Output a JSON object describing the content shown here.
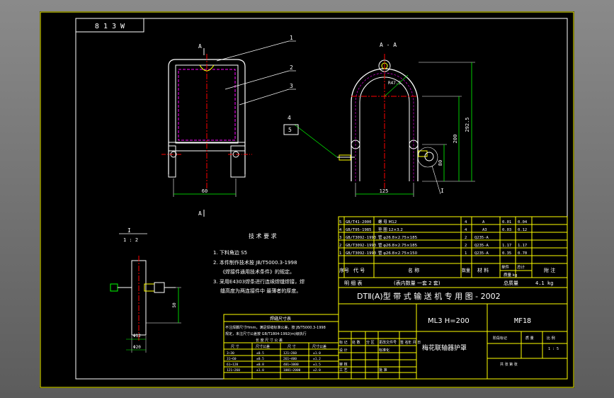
{
  "drawing": {
    "stamp": "8 1 3 W",
    "section_a_mark": "A",
    "section_a_title": "A - A",
    "leaders": [
      "1",
      "2",
      "3",
      "4",
      "5"
    ],
    "detail_mark": "I",
    "detail_scale": "1 : 2",
    "dims": {
      "width_left": "60",
      "width_right": "125",
      "radius": "R47.5",
      "height_total": "292.5",
      "height_mid": "200",
      "height_bottom": "80",
      "detail_h": "50",
      "detail_d1": "Φ12",
      "detail_d2": "Φ20"
    }
  },
  "notes": {
    "title": "技 术 要 求",
    "lines": [
      "1. 下料角边 S5",
      "2. 本件制作技术按 JB/T5000.3-1998",
      "《焊接件通用技术条件》的规定。",
      "3. 采用E4303焊条进行连续焊缝焊接，焊",
      "缝高度为两连接件中 最薄者的厚度。"
    ]
  },
  "weld_table": {
    "title": "焊缝尺寸表",
    "rows": [
      "不注焊脚尺寸Hmm，满足焊缝标准公差，按 JB/T5000.3-1998",
      "规定，未注尺寸公差按 GB/T1804-1992(m)级执行",
      "长 度 尺 寸 公 差"
    ],
    "head": [
      "尺 寸",
      "尺寸公差",
      "尺 寸",
      "尺寸公差"
    ],
    "cells": [
      [
        "3~30",
        "±0.5",
        "121~260",
        "±1.0"
      ],
      [
        "31~60",
        "±0.5",
        "261~400",
        "±1.2"
      ],
      [
        "61~120",
        "±0.8",
        "401~1000",
        "±1.5"
      ],
      [
        "121~260",
        "±1.0",
        "1001~2000",
        "±2.0"
      ]
    ]
  },
  "bom": {
    "rows": [
      [
        "5",
        "GB/T41-2000",
        "螺 母 M12",
        "4",
        "A",
        "0.01",
        "0.04"
      ],
      [
        "4",
        "GB/T95-1985",
        "垫 圈 12×3.2",
        "4",
        "A3",
        "0.03",
        "0.12"
      ],
      [
        "3",
        "GB/T3092-1993",
        "管 φ26.8×2.75×185",
        "2",
        "Q235-A",
        "",
        ""
      ],
      [
        "2",
        "GB/T3092-1993",
        "管 φ26.8×2.75×185",
        "2",
        "Q235-A",
        "1.17",
        "1.17"
      ],
      [
        "1",
        "GB/T3092-1993",
        "管 φ26.8×2.75×150",
        "1",
        "Q235-A",
        "0.35",
        "0.70"
      ]
    ],
    "header": [
      "序号",
      "代 号",
      "名 称",
      "数量",
      "材 料",
      "单件",
      "总计",
      "附 注"
    ],
    "weight_label": "质量 kg",
    "mingxi": [
      "明 细 表",
      "(表内数量 一套 2 套)",
      "总质量",
      "4.1 kg"
    ]
  },
  "title_block": {
    "main_title": "DTⅡ(A)型  带 式 输 送 机 专 用 图 - 2002",
    "model": "ML3  H=200",
    "drawing_no": "MF18",
    "part_name": "梅花联轴器护罩",
    "labels": [
      "标 记",
      "处 数",
      "分 区",
      "更改文件号",
      "签 名",
      "年 月 日"
    ],
    "labels2": [
      "设 计",
      "标准化",
      "审 核",
      "工 艺",
      "批 准"
    ],
    "stage_label": "阶段标记",
    "weight_label": "质 量",
    "scale_label": "比 例",
    "scale": "1 : 5",
    "sheet_label": "共   张   第   张"
  }
}
